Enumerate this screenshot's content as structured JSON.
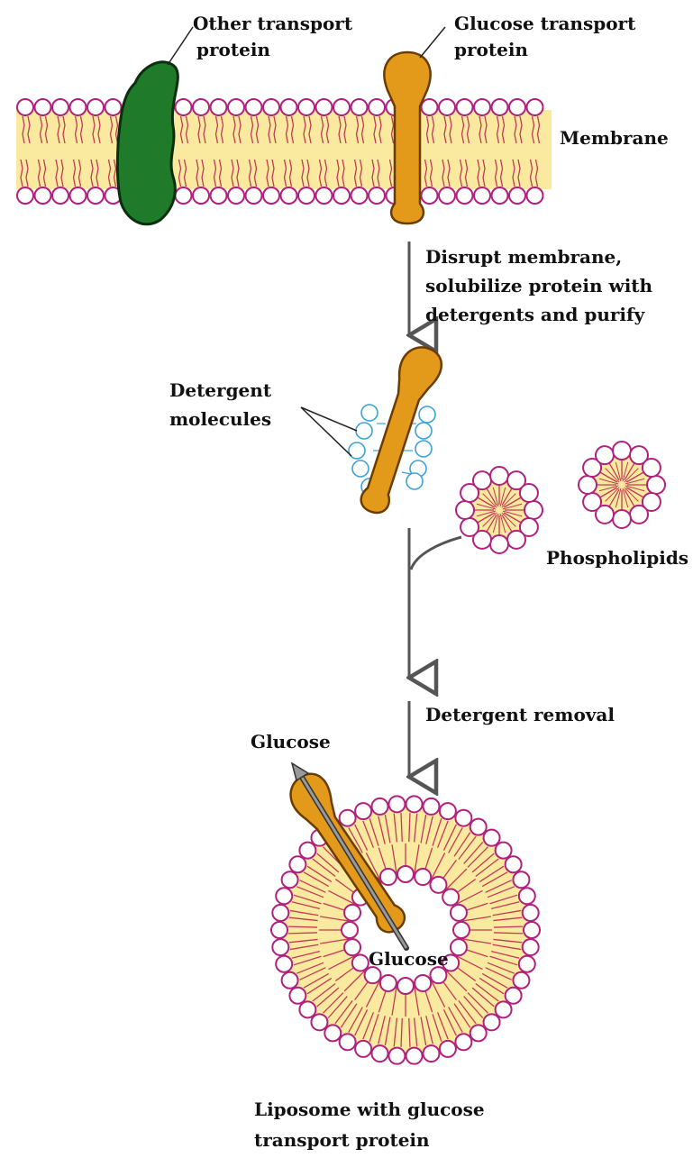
{
  "labels": {
    "other_protein_line1": "Other transport",
    "other_protein_line2": "protein",
    "glucose_protein_line1": "Glucose transport",
    "glucose_protein_line2": "protein",
    "membrane": "Membrane",
    "step1_line1": "Disrupt membrane,",
    "step1_line2": "solubilize protein with",
    "step1_line3": "detergents and purify",
    "detergent_line1": "Detergent",
    "detergent_line2": "molecules",
    "phospholipids": "Phospholipids",
    "step2": "Detergent removal",
    "glucose_outside": "Glucose",
    "glucose_inside": "Glucose",
    "liposome_line1": "Liposome with glucose",
    "liposome_line2": "transport protein"
  },
  "colors": {
    "lipid_fill": "#faeaa0",
    "head_stroke": "#b0207c",
    "tail_stroke": "#c23a55",
    "glucose_protein": "#e39a1a",
    "glucose_protein_outline": "#6b3c00",
    "other_protein": "#1f7a2a",
    "other_protein_outline": "#0a2e0e",
    "detergent": "#3aa3d8",
    "arrow": "#555555"
  }
}
